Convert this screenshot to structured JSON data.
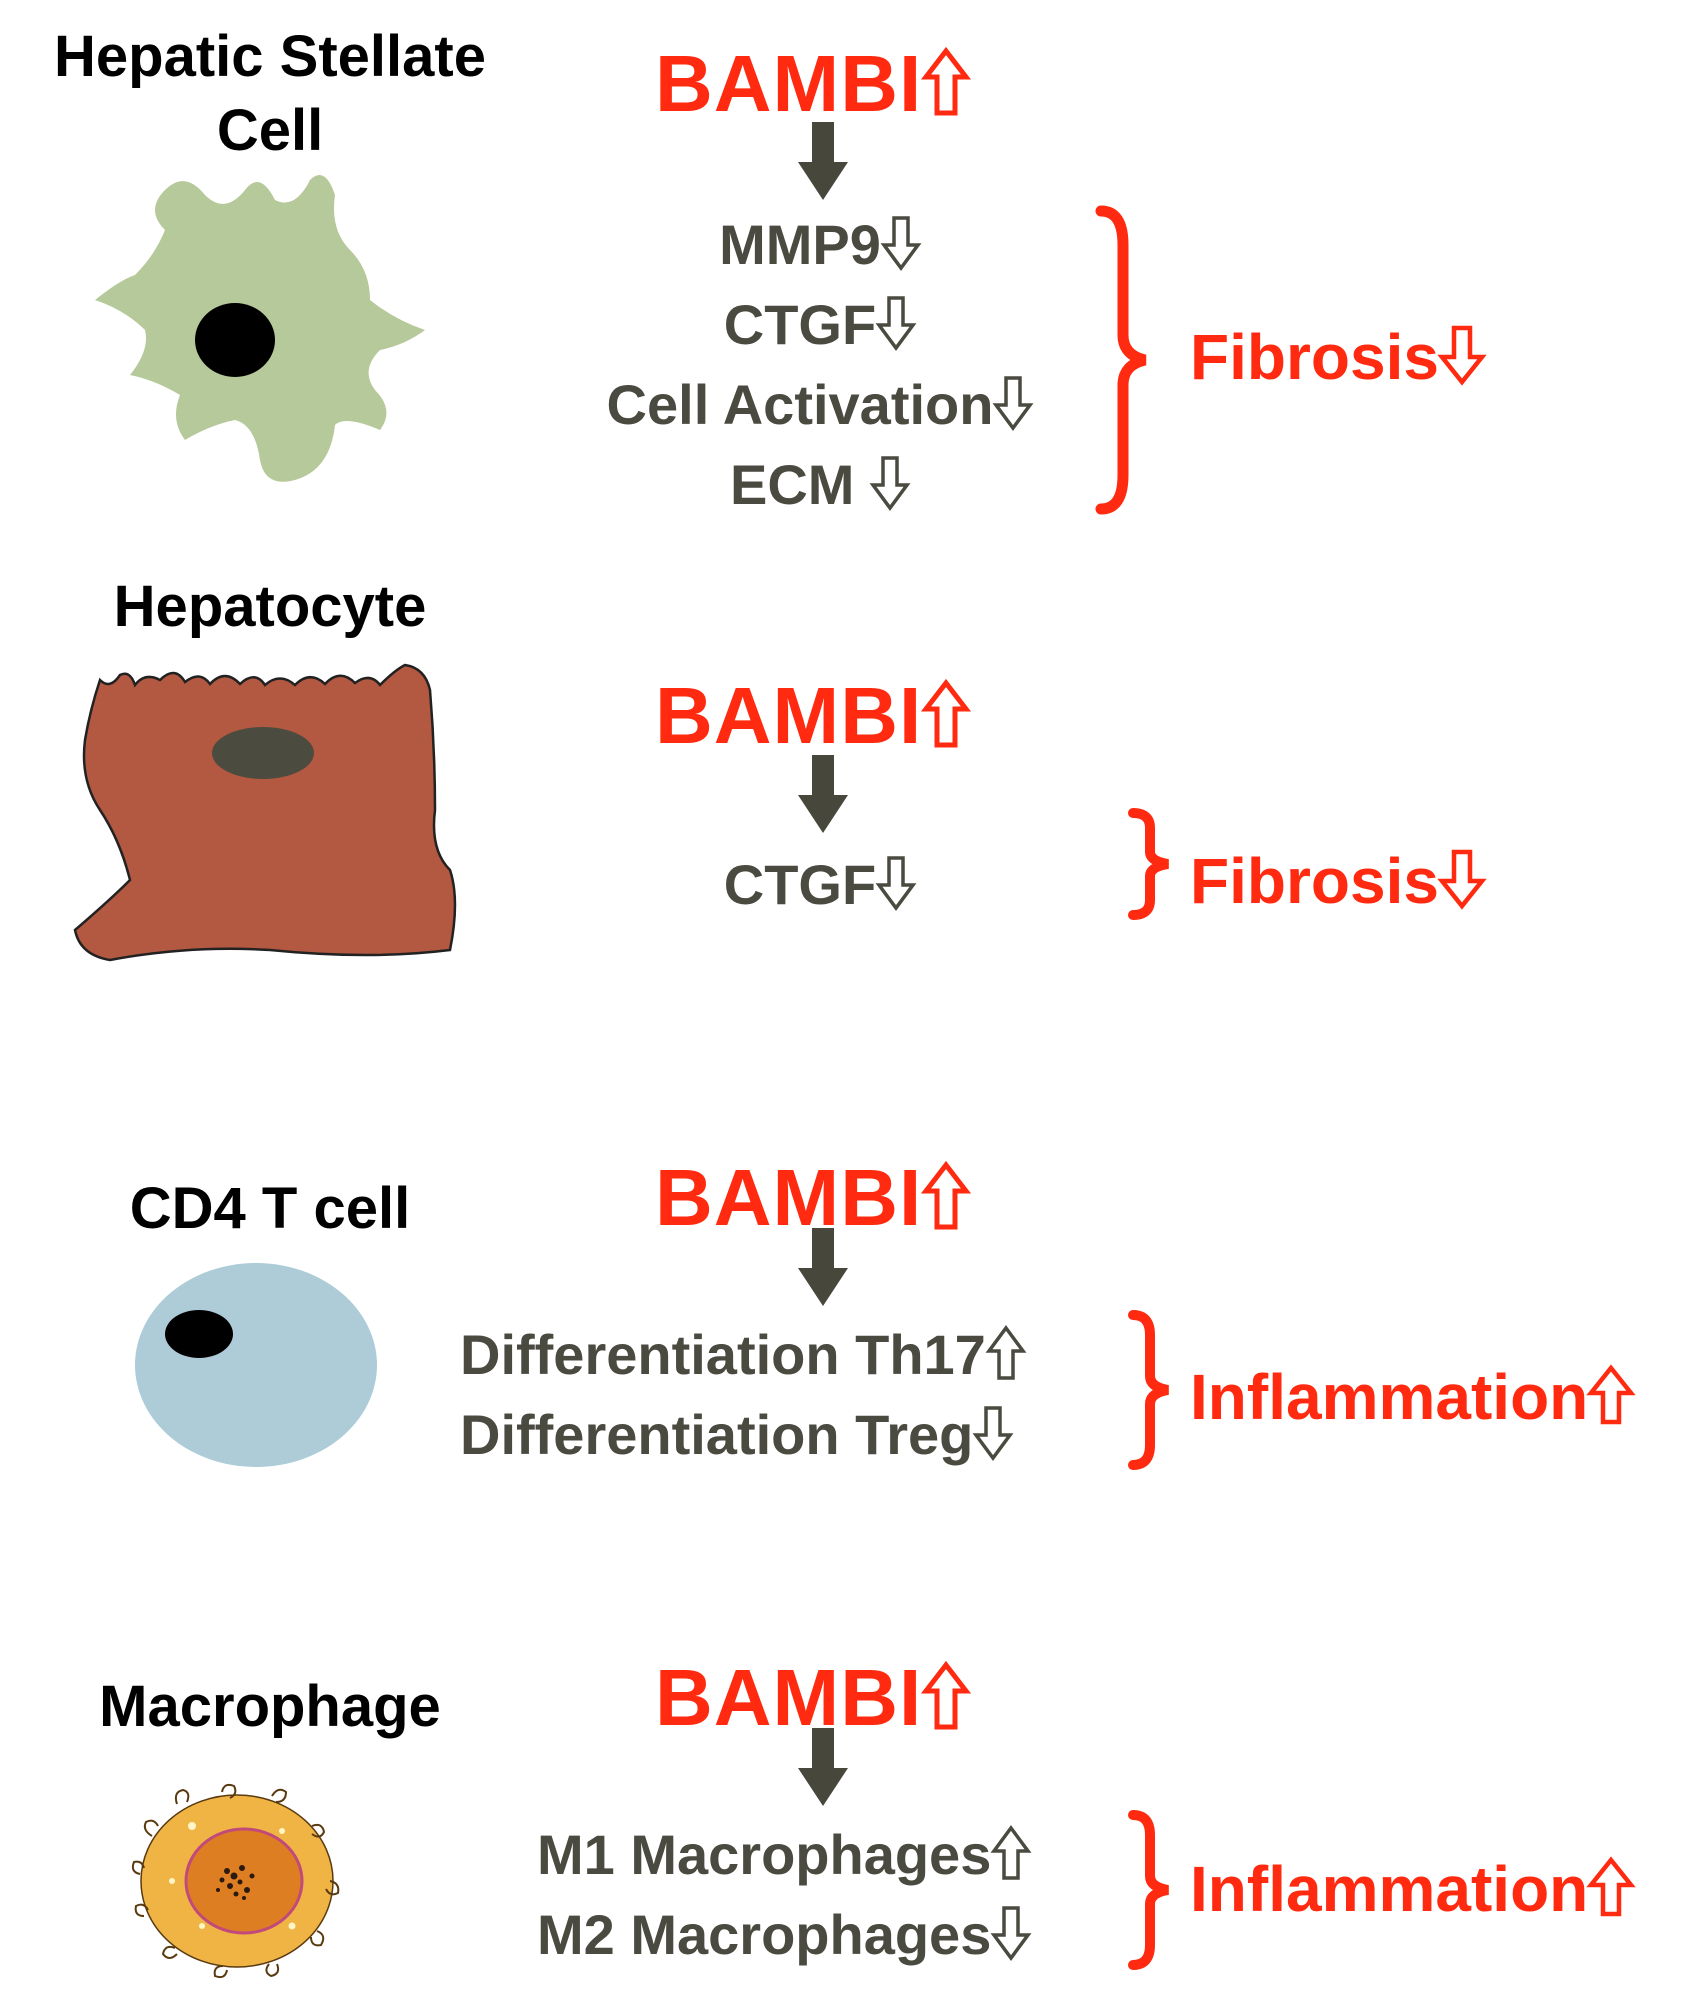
{
  "colors": {
    "red": "#ff2a10",
    "dark_text": "#4a4a40",
    "arrow_fill": "#47473c",
    "stellate_cell": "#b6c99a",
    "hepatocyte": "#b35841",
    "tcell": "#aecbd8",
    "macrophage_outer": "#f0b445",
    "macrophage_inner": "#de7e22"
  },
  "sections": [
    {
      "title": "Hepatic Stellate Cell",
      "title_line1": "Hepatic Stellate",
      "title_line2": "Cell",
      "icon": "stellate-cell-icon",
      "bambi": "BAMBI",
      "bambi_arrow": "up",
      "items": [
        {
          "label": "MMP9",
          "arrow": "down"
        },
        {
          "label": "CTGF",
          "arrow": "down"
        },
        {
          "label": "Cell Activation",
          "arrow": "down"
        },
        {
          "label": "ECM ",
          "arrow": "down"
        }
      ],
      "outcome": "Fibrosis",
      "outcome_arrow": "down"
    },
    {
      "title": "Hepatocyte",
      "icon": "hepatocyte-icon",
      "bambi": "BAMBI",
      "bambi_arrow": "up",
      "items": [
        {
          "label": "CTGF",
          "arrow": "down"
        }
      ],
      "outcome": "Fibrosis",
      "outcome_arrow": "down"
    },
    {
      "title": "CD4 T cell",
      "icon": "t-cell-icon",
      "bambi": "BAMBI",
      "bambi_arrow": "up",
      "items": [
        {
          "label": "Differentiation Th17",
          "arrow": "up"
        },
        {
          "label": "Differentiation Treg",
          "arrow": "down"
        }
      ],
      "outcome": "Inflammation",
      "outcome_arrow": "up"
    },
    {
      "title": "Macrophage",
      "icon": "macrophage-icon",
      "bambi": "BAMBI",
      "bambi_arrow": "up",
      "items": [
        {
          "label": "M1 Macrophages",
          "arrow": "up"
        },
        {
          "label": "M2 Macrophages",
          "arrow": "down"
        }
      ],
      "outcome": "Inflammation",
      "outcome_arrow": "up"
    }
  ]
}
